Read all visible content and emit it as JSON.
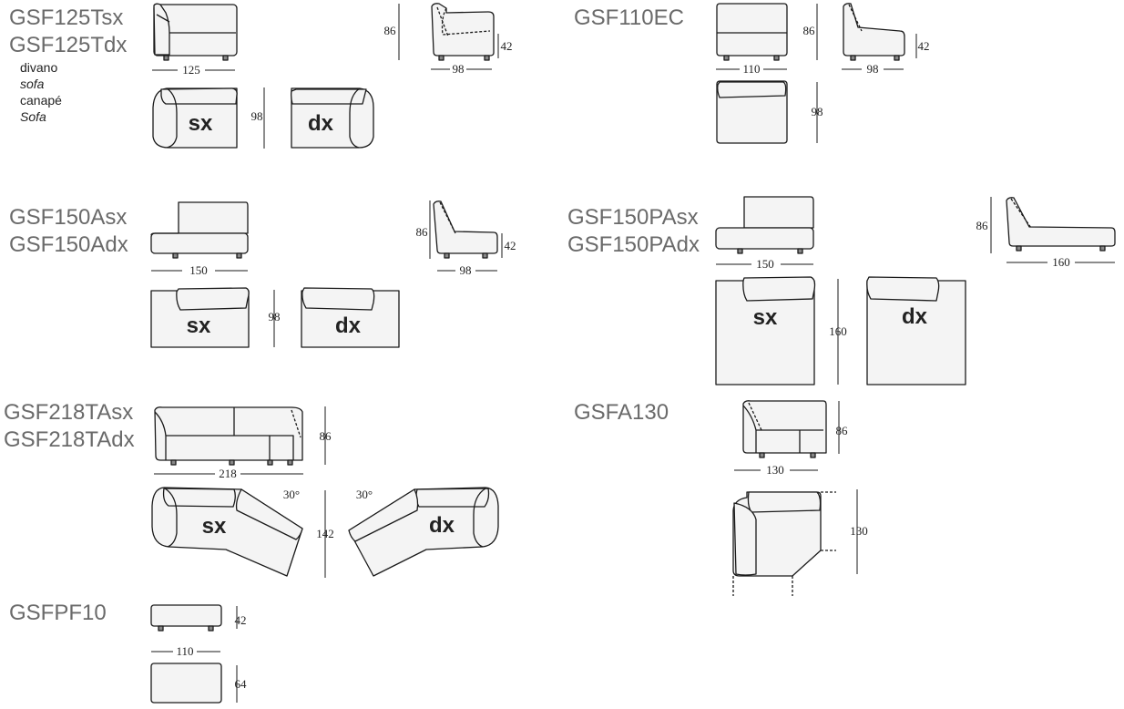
{
  "products": {
    "p1": {
      "codes": [
        "GSF125Tsx",
        "GSF125Tdx"
      ],
      "descriptions": [
        "divano",
        "sofa",
        "canapé",
        "Sofa"
      ],
      "width": "125",
      "height": "86",
      "seat_height": "42",
      "depth_side": "98",
      "depth_plan": "98"
    },
    "p2": {
      "codes": [
        "GSF110EC"
      ],
      "width": "110",
      "height": "86",
      "seat_height": "42",
      "depth_side": "98",
      "depth_plan": "98"
    },
    "p3": {
      "codes": [
        "GSF150Asx",
        "GSF150Adx"
      ],
      "width": "150",
      "height": "86",
      "seat_height": "42",
      "depth_side": "98",
      "depth_plan": "98"
    },
    "p4": {
      "codes": [
        "GSF150PAsx",
        "GSF150PAdx"
      ],
      "width": "150",
      "height": "86",
      "depth_side": "160",
      "depth_plan": "160"
    },
    "p5": {
      "codes": [
        "GSF218TAsx",
        "GSF218TAdx"
      ],
      "width": "218",
      "height": "86",
      "depth_plan": "142",
      "angle_sx": "30°",
      "angle_dx": "30°"
    },
    "p6": {
      "codes": [
        "GSFA130"
      ],
      "width": "130",
      "height": "86",
      "depth_plan": "130"
    },
    "p7": {
      "codes": [
        "GSFPF10"
      ],
      "width": "110",
      "height": "42",
      "depth_plan": "64"
    }
  },
  "orientation": {
    "left": "sx",
    "right": "dx"
  }
}
